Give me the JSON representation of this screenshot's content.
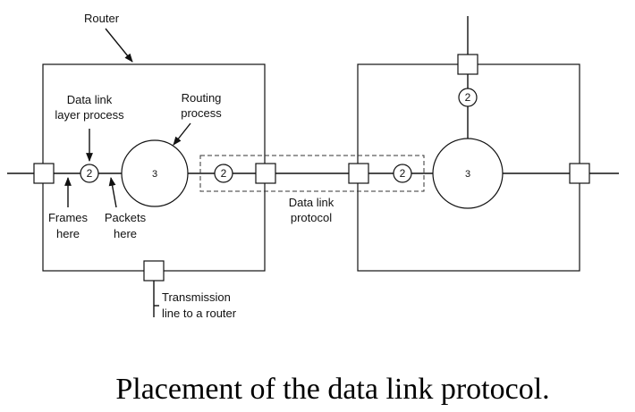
{
  "labels": {
    "router": "Router",
    "data_link_layer_process_1": "Data link",
    "data_link_layer_process_2": "layer process",
    "routing_process_1": "Routing",
    "routing_process_2": "process",
    "frames_here_1": "Frames",
    "frames_here_2": "here",
    "packets_here_1": "Packets",
    "packets_here_2": "here",
    "data_link_protocol_1": "Data link",
    "data_link_protocol_2": "protocol",
    "transmission_line_1": "Transmission",
    "transmission_line_2": "line to a router"
  },
  "layers": {
    "data_link": "2",
    "network": "3"
  },
  "caption": "Placement of the data link protocol."
}
